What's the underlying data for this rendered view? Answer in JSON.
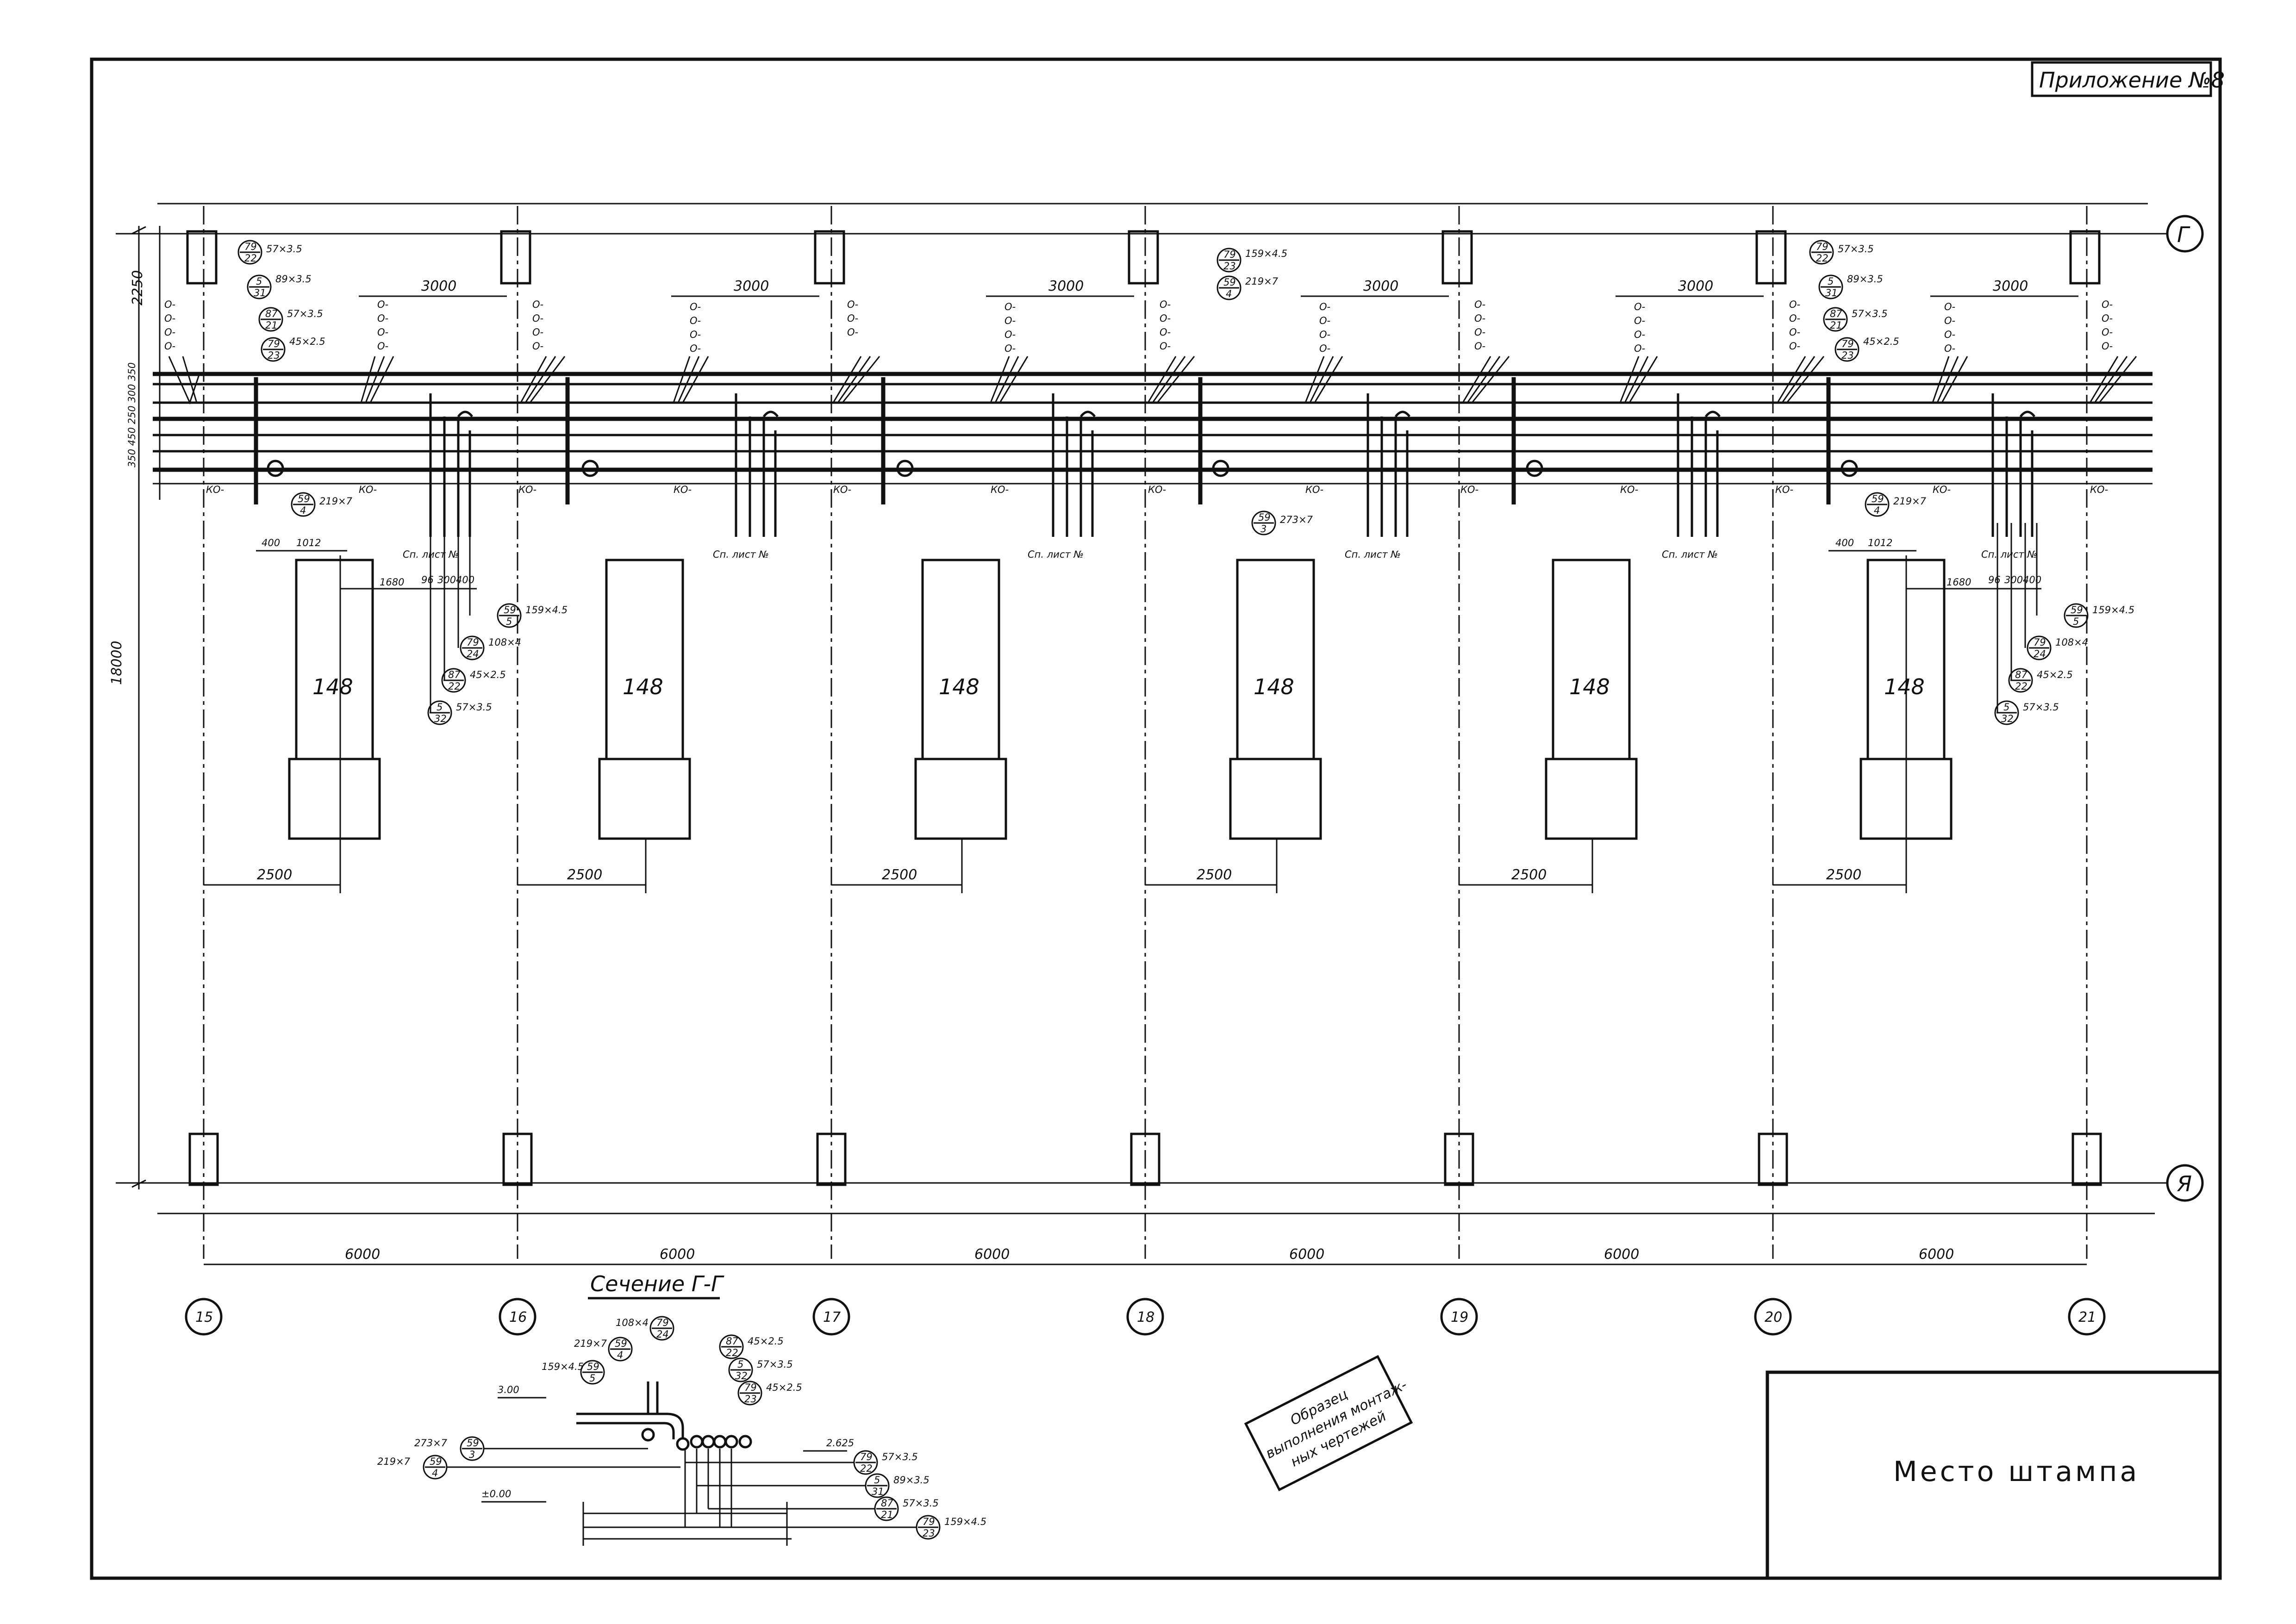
{
  "appendix": {
    "label": "Приложение №8"
  },
  "rows": {
    "top": "Г",
    "bottom": "Я"
  },
  "columns": {
    "labels": [
      "15",
      "16",
      "17",
      "18",
      "19",
      "20",
      "21"
    ],
    "span": "6000"
  },
  "overall": {
    "width": "18000",
    "top_offset": "2250",
    "rack_tiers": "350 450 250 300 350",
    "bay_span": "3000",
    "column_offset": "2500",
    "ko_label": "КО-",
    "o_label": "О-",
    "sheet_ref": "Сп. лист №"
  },
  "equipment": {
    "label": "148"
  },
  "pipe_callouts_left": [
    {
      "ref": [
        "79",
        "22"
      ],
      "size": "57×3.5"
    },
    {
      "ref": [
        "5",
        "31"
      ],
      "size": "89×3.5"
    },
    {
      "ref": [
        "87",
        "21"
      ],
      "size": "57×3.5"
    },
    {
      "ref": [
        "79",
        "23"
      ],
      "size": "45×2.5"
    },
    {
      "ref": [
        "59",
        "4"
      ],
      "size": "219×7"
    }
  ],
  "pipe_callouts_mid": [
    {
      "ref": [
        "79",
        "23"
      ],
      "size": "159×4.5"
    },
    {
      "ref": [
        "59",
        "4"
      ],
      "size": "219×7"
    },
    {
      "ref": [
        "59",
        "3"
      ],
      "size": "273×7"
    }
  ],
  "pipe_callouts_lower": [
    {
      "ref": [
        "59",
        "5"
      ],
      "size": "159×4.5"
    },
    {
      "ref": [
        "79",
        "24"
      ],
      "size": "108×4"
    },
    {
      "ref": [
        "87",
        "22"
      ],
      "size": "45×2.5"
    },
    {
      "ref": [
        "5",
        "32"
      ],
      "size": "57×3.5"
    }
  ],
  "branch_dims": {
    "a": "400",
    "b": "1012",
    "c": "1680",
    "d": "96",
    "e": "300",
    "f": "400"
  },
  "section": {
    "title": "Сечение Г-Г",
    "level_top": "3.00",
    "level_mid": "2.625",
    "level_zero": "±0.00",
    "callouts": [
      {
        "ref": [
          "79",
          "24"
        ],
        "size": "108×4"
      },
      {
        "ref": [
          "59",
          "4"
        ],
        "size": "219×7"
      },
      {
        "ref": [
          "59",
          "5"
        ],
        "size": "159×4.5"
      },
      {
        "ref": [
          "59",
          "3"
        ],
        "size": "273×7"
      },
      {
        "ref": [
          "59",
          "4"
        ],
        "size": "219×7"
      },
      {
        "ref": [
          "87",
          "22"
        ],
        "size": "45×2.5"
      },
      {
        "ref": [
          "5",
          "32"
        ],
        "size": "57×3.5"
      },
      {
        "ref": [
          "79",
          "23"
        ],
        "size": "45×2.5"
      },
      {
        "ref": [
          "79",
          "22"
        ],
        "size": "57×3.5"
      },
      {
        "ref": [
          "5",
          "31"
        ],
        "size": "89×3.5"
      },
      {
        "ref": [
          "87",
          "21"
        ],
        "size": "57×3.5"
      },
      {
        "ref": [
          "79",
          "23"
        ],
        "size": "159×4.5"
      }
    ]
  },
  "stamp": {
    "lines": [
      "Образец",
      "выполнения монтаж-",
      "ных чертежей"
    ]
  },
  "title_block": {
    "label": "Место штампа"
  }
}
